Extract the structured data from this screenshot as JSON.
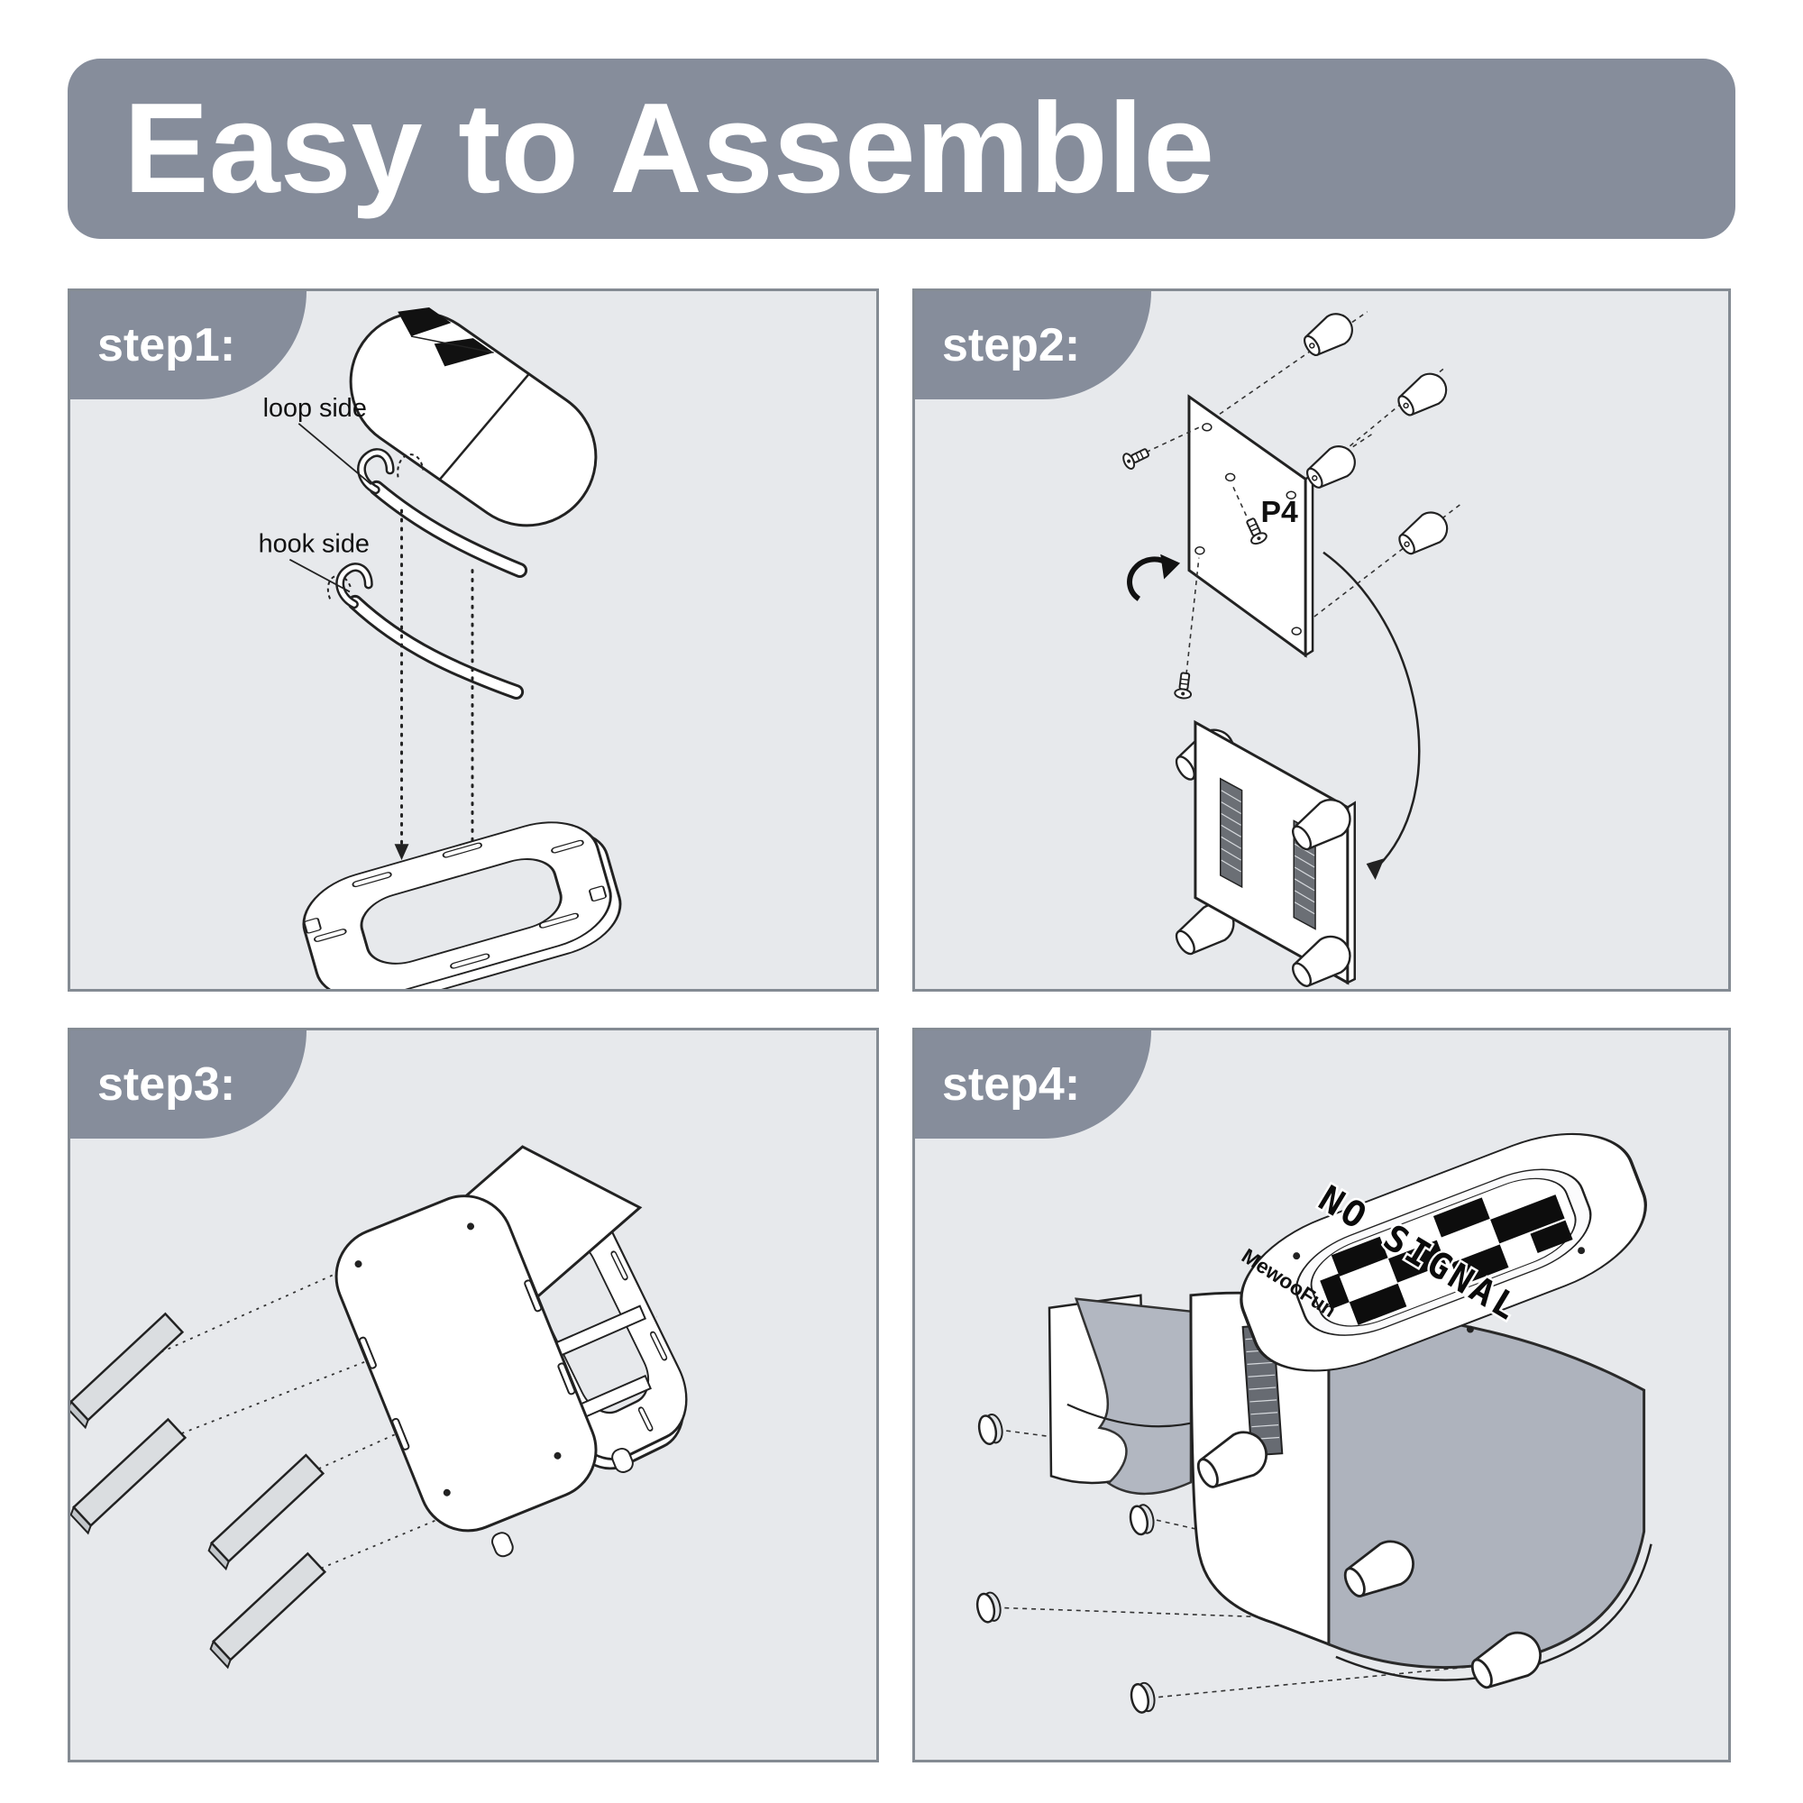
{
  "banner": {
    "title": "Easy to Assemble"
  },
  "steps": [
    {
      "label": "step1:",
      "loop_label": "loop side",
      "hook_label": "hook side"
    },
    {
      "label": "step2:",
      "part_label": "P4"
    },
    {
      "label": "step3:"
    },
    {
      "label": "step4:",
      "brand_label": "MewooFun",
      "screen_label": "NO SIGNAL"
    }
  ],
  "colors": {
    "banner_bg": "#868d9b",
    "panel_bg": "#e7e9ec",
    "panel_border": "#848b93",
    "line_art": "#222222",
    "fabric_gray": "#aeb3bd",
    "strip_gray": "#dadde0"
  }
}
